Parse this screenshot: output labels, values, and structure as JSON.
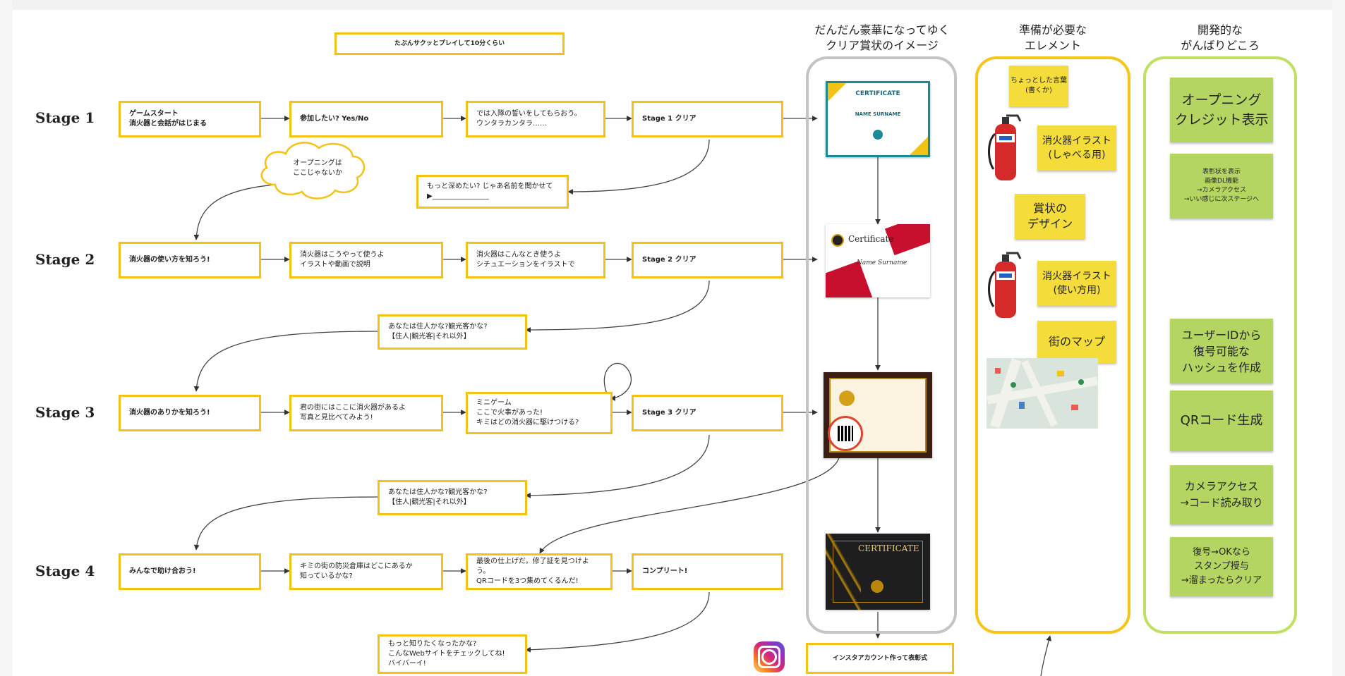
{
  "duration_note": "たぶんサクッとプレイして10分くらい",
  "stages": [
    "Stage 1",
    "Stage 2",
    "Stage 3",
    "Stage 4"
  ],
  "rows": [
    [
      "ゲームスタート\n消火器と会話がはじまる",
      "参加したい? Yes/No",
      "では入隊の誓いをしてもらおう。\nウンタラカンタラ……",
      "Stage 1 クリア"
    ],
    [
      "消火器の使い方を知ろう!",
      "消火器はこうやって使うよ\nイラストや動画で説明",
      "消火器はこんなとき使うよ\nシチュエーションをイラストで",
      "Stage 2 クリア"
    ],
    [
      "消火器のありかを知ろう!",
      "君の街にはここに消火器があるよ\n写真と見比べてみよう!",
      "ミニゲーム\nここで火事があった!\nキミはどの消火器に駆けつける?",
      "Stage 3 クリア"
    ],
    [
      "みんなで助け合おう!",
      "キミの街の防災倉庫はどこにあるか\n知っているかな?",
      "最後の仕上げだ。修了証を見つけよう。\nQRコードを3つ集めてくるんだ!",
      "コンプリート!"
    ]
  ],
  "interstitials": [
    "もっと深めたい? じゃあ名前を聞かせて\n▶________________",
    "あなたは住人かな?観光客かな?\n【住人|観光客|それ以外】",
    "あなたは住人かな?観光客かな?\n【住人|観光客|それ以外】",
    "もっと知りたくなったかな?\nこんなWebサイトをチェックしてね!\nバイバーイ!"
  ],
  "cloud_note": "オープニングは\nここじゃないか",
  "instagram_box": "インスタアカウント作って表彰式",
  "column_certificates": {
    "heading": "だんだん豪華になってゆく\nクリア賞状のイメージ",
    "cert1_title": "CERTIFICATE",
    "cert1_name": "NAME SURNAME",
    "cert2_title": "Certificate",
    "cert2_name": "Name Surname",
    "cert4_title": "CERTIFICATE"
  },
  "column_elements": {
    "heading": "準備が必要な\nエレメント",
    "notes": [
      "ちょっとした言葉\n(書くか)",
      "消火器イラスト\n(しゃべる用)",
      "賞状の\nデザイン",
      "消火器イラスト\n(使い方用)",
      "街のマップ"
    ]
  },
  "column_dev": {
    "heading": "開発的な\nがんばりどころ",
    "notes": [
      "オープニング\nクレジット表示",
      "表彰状を表示\n画像DL機能\n→カメラアクセス\n→いい感じに次ステージへ",
      "ユーザーIDから\n復号可能な\nハッシュを作成",
      "QRコード生成",
      "カメラアクセス\n→コード読み取り",
      "復号→OKなら\nスタンプ授与\n→溜まったらクリア"
    ]
  },
  "colors": {
    "box_border": "#f2c315",
    "sticky_yellow": "#f4dd3b",
    "sticky_green": "#b4d561",
    "col_gray": "#c4c4c4",
    "col_yellow": "#f5c518",
    "col_green": "#bfe063"
  }
}
